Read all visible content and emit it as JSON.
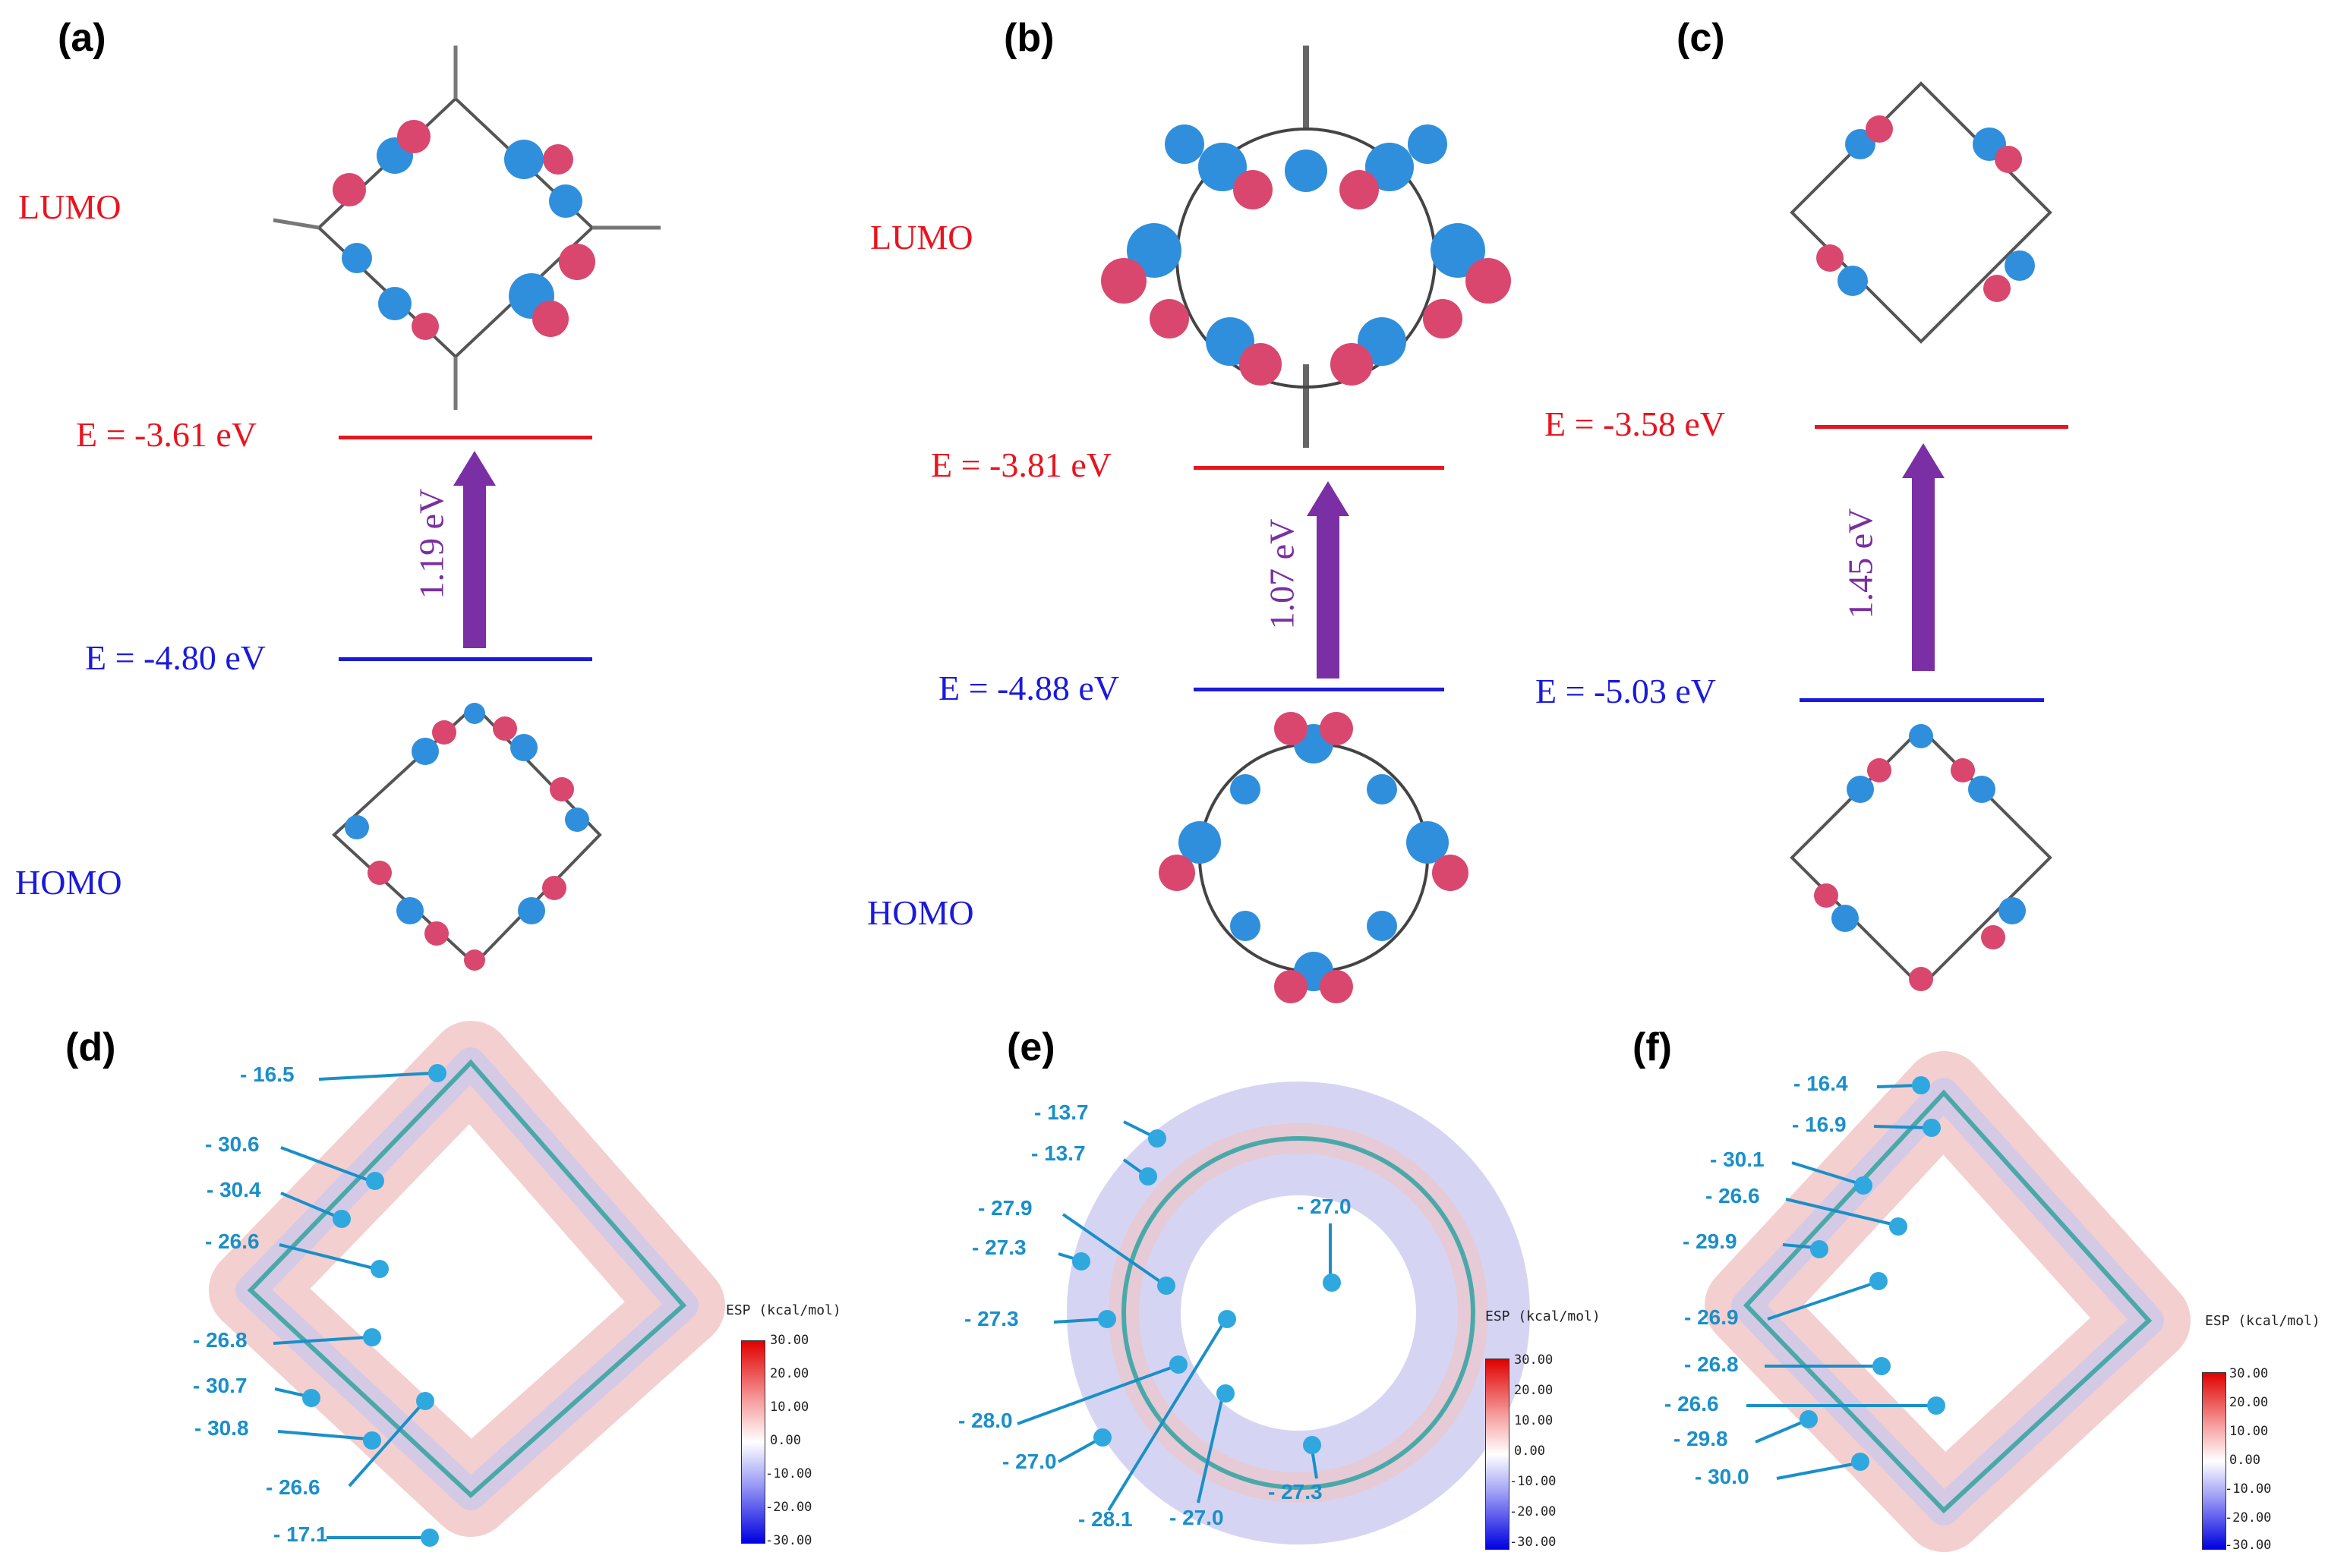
{
  "panels": {
    "a": {
      "letter": "(a)",
      "lumo": "LUMO",
      "homo": "HOMO",
      "e_lumo": "E = -3.61 eV",
      "e_homo": "E = -4.80 eV",
      "gap": "1.19 eV"
    },
    "b": {
      "letter": "(b)",
      "lumo": "LUMO",
      "homo": "HOMO",
      "e_lumo": "E = -3.81 eV",
      "e_homo": "E = -4.88 eV",
      "gap": "1.07 eV"
    },
    "c": {
      "letter": "(c)",
      "e_lumo": "E = -3.58 eV",
      "e_homo": "E = -5.03 eV",
      "gap": "1.45 eV"
    },
    "d": {
      "letter": "(d)",
      "values": [
        "- 16.5",
        "- 30.6",
        "- 30.4",
        "- 26.6",
        "- 26.8",
        "- 30.7",
        "- 30.8",
        "- 26.6",
        "- 17.1"
      ]
    },
    "e": {
      "letter": "(e)",
      "values": [
        "- 13.7",
        "- 13.7",
        "- 27.9",
        "- 27.3",
        "- 27.3",
        "- 27.0",
        "- 28.0",
        "- 27.0",
        "- 28.1",
        "- 27.0",
        "- 27.3"
      ]
    },
    "f": {
      "letter": "(f)",
      "values": [
        "- 16.4",
        "- 16.9",
        "- 30.1",
        "- 26.6",
        "- 29.9",
        "- 26.9",
        "- 26.8",
        "- 26.6",
        "- 29.8",
        "- 30.0"
      ]
    }
  },
  "colorbar": {
    "title": "ESP (kcal/mol)",
    "ticks": [
      "30.00",
      "20.00",
      "10.00",
      "0.00",
      "-10.00",
      "-20.00",
      "-30.00"
    ]
  },
  "colors": {
    "lumo": "#e8141e",
    "homo": "#1a1adc",
    "arrow": "#7b2fa5",
    "esp_label": "#1a8fc9"
  }
}
